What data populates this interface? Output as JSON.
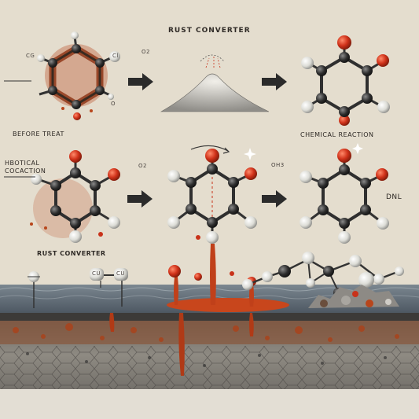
{
  "labels": {
    "rust_converter_top": "RUST CONVERTER",
    "before_treat": "BEFORE TREAT",
    "chemical_reaction": "CHEMICAL REACTION",
    "hbotical": "HBOTICAL",
    "cocaction": "COCACTION",
    "rust_converter_mid": "RUST CONVERTER",
    "dnl": "DNL",
    "cg": "CG",
    "cl": "Cl",
    "o2_a": "O2",
    "o2_b": "O2",
    "oh3": "OH3",
    "o_small": "O",
    "cu_a": "CU",
    "cu_b": "CU"
  },
  "colors": {
    "background": "#e9e2d4",
    "rust": "#b8461c",
    "oxygen": "#c8321a",
    "carbon": "#2a2a2a",
    "hydrogen": "#e8e8e4",
    "water": "#5c6872",
    "concrete": "#7d7a76"
  },
  "icons": [
    "arrow-right-icon",
    "sparkle-icon",
    "curved-arrow-icon"
  ]
}
